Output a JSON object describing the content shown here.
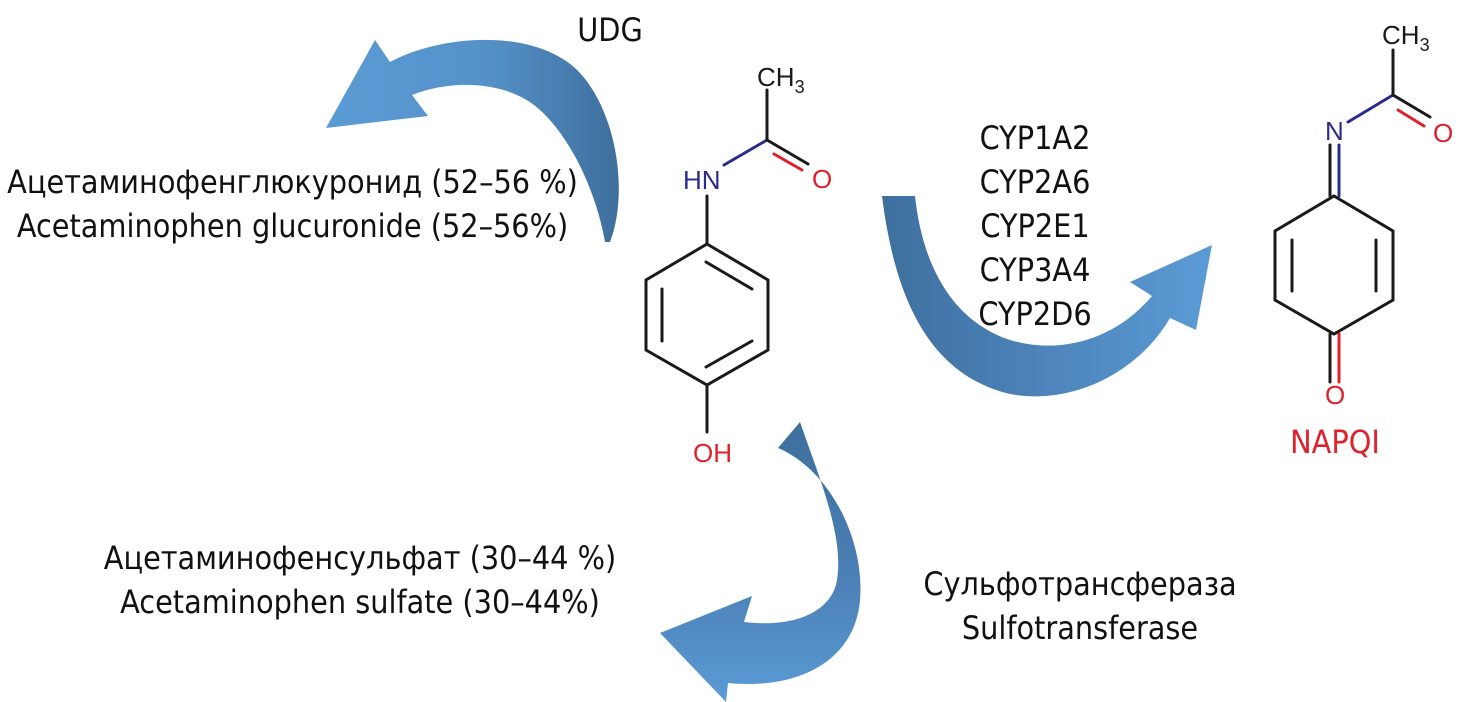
{
  "enzymes": {
    "glucuronidation": "UDG",
    "oxidation": [
      "CYP1A2",
      "CYP2A6",
      "CYP2E1",
      "CYP3A4",
      "CYP2D6"
    ],
    "sulfation_ru": "Сульфотрансфераза",
    "sulfation_en": "Sulfotransferase"
  },
  "products": {
    "glucuronide_ru": "Ацетаминофенглюкуронид (52–56 %)",
    "glucuronide_en": "Acetaminophen glucuronide (52–56%)",
    "sulfate_ru": "Ацетаминофенсульфат (30–44 %)",
    "sulfate_en": "Acetaminophen sulfate (30–44%)",
    "toxic_metabolite": "NAPQI"
  },
  "molecule_labels": {
    "paracetamol_ch3": "CH",
    "paracetamol_ch3_sub": "3",
    "paracetamol_nh": "HN",
    "paracetamol_o": "O",
    "paracetamol_oh": "OH",
    "napqi_ch3": "CH",
    "napqi_ch3_sub": "3",
    "napqi_n": "N",
    "napqi_o_acetyl": "O",
    "napqi_o_ring": "O"
  },
  "colors": {
    "arrow_light": "#5b9bd5",
    "arrow_dark": "#3e6f9d",
    "nitrogen": "#2b2b8c",
    "oxygen": "#e0202a",
    "napqi_label": "#e0202a",
    "text": "#111111",
    "bond": "#1a1a1a"
  }
}
